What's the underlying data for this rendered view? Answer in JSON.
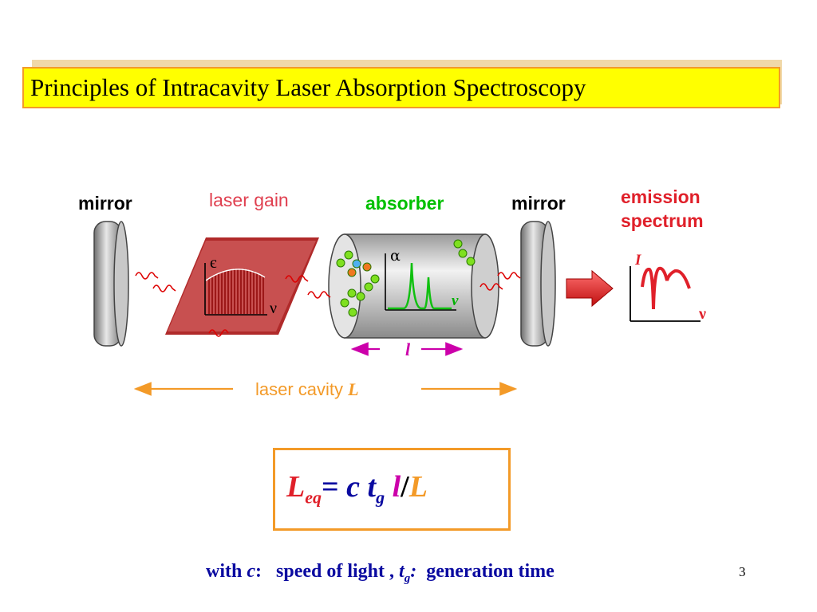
{
  "title": "Principles of Intracavity Laser Absorption Spectroscopy",
  "labels": {
    "mirror_left": "mirror",
    "laser_gain": "laser gain",
    "absorber": "absorber",
    "mirror_right": "mirror",
    "emission_line1": "emission",
    "emission_line2": "spectrum",
    "cavity_text": "laser cavity",
    "cavity_symbol": "L",
    "length_symbol": "l"
  },
  "axes": {
    "gain_y": "є",
    "gain_x": "ν",
    "absorber_y": "α",
    "absorber_x": "ν",
    "emission_y": "I",
    "emission_x": "ν"
  },
  "formula": {
    "L": "L",
    "eq_sub": "eq",
    "equals": "=",
    "c": "c",
    "t": "t",
    "g_sub": "g",
    "l": "l",
    "slash": "/",
    "L2": "L"
  },
  "caption": {
    "with": "with",
    "c": "c",
    "colon1": ":",
    "speed": "speed of light ,",
    "t": "t",
    "g_sub": "g",
    "colon2": ":",
    "gen": "generation time"
  },
  "page_number": "3",
  "colors": {
    "title_bg": "#ffff00",
    "title_border": "#f39a28",
    "gain_red": "#e0202a",
    "absorber_green": "#00c000",
    "emission_red": "#e0202a",
    "cavity_orange": "#f39a28",
    "formula_blue": "#0a0aa0",
    "l_magenta": "#cc00aa"
  }
}
